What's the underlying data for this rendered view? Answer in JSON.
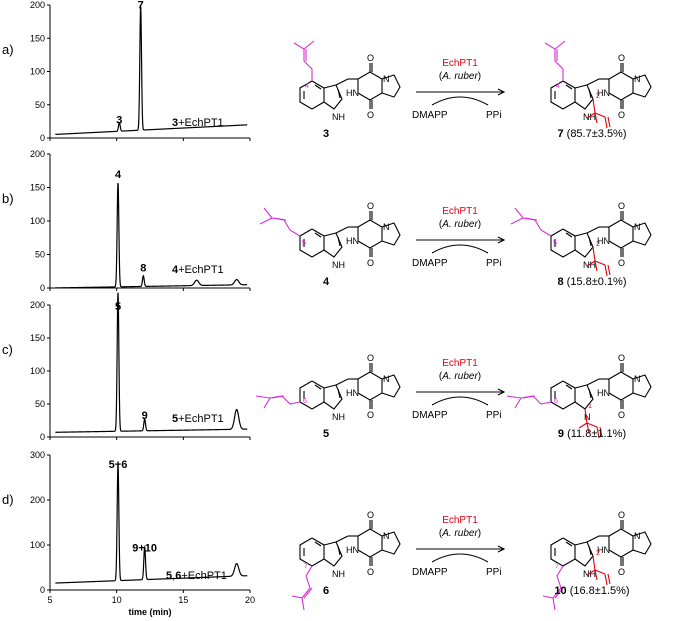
{
  "chart_data": [
    {
      "type": "line",
      "panel_label": "a)",
      "x_range": [
        5,
        20
      ],
      "ylim": [
        0,
        200
      ],
      "yticks": [
        0,
        50,
        100,
        150,
        200
      ],
      "trace_label": {
        "bold": "3",
        "text": "+EchPT1"
      },
      "peaks": [
        {
          "label": "3",
          "x": 10.2,
          "height": 13
        },
        {
          "label": "7",
          "x": 11.8,
          "height": 186
        }
      ],
      "baseline": [
        5,
        20
      ]
    },
    {
      "type": "line",
      "panel_label": "b)",
      "x_range": [
        5,
        20
      ],
      "ylim": [
        0,
        200
      ],
      "yticks": [
        0,
        50,
        100,
        150,
        200
      ],
      "trace_label": {
        "bold": "4",
        "text": "+EchPT1"
      },
      "peaks": [
        {
          "label": "4",
          "x": 10.1,
          "height": 155
        },
        {
          "label": "8",
          "x": 12.0,
          "height": 16
        }
      ],
      "minor_peaks": [
        {
          "x": 16.0,
          "height": 8
        },
        {
          "x": 19.0,
          "height": 8
        }
      ],
      "baseline": [
        0,
        5
      ]
    },
    {
      "type": "line",
      "panel_label": "c)",
      "x_range": [
        5,
        20
      ],
      "ylim": [
        0,
        200
      ],
      "yticks": [
        0,
        50,
        100,
        150,
        200
      ],
      "trace_label": {
        "bold": "5",
        "text": "+EchPT1"
      },
      "peaks": [
        {
          "label": "5",
          "x": 10.1,
          "height": 210
        },
        {
          "label": "9",
          "x": 12.1,
          "height": 18
        }
      ],
      "minor_peaks": [
        {
          "x": 19.0,
          "height": 30
        }
      ],
      "baseline": [
        7,
        12
      ]
    },
    {
      "type": "line",
      "panel_label": "d)",
      "x_range": [
        5,
        20
      ],
      "ylim": [
        0,
        300
      ],
      "yticks": [
        0,
        100,
        200,
        300
      ],
      "xticks": [
        5,
        10,
        15,
        20
      ],
      "xlabel": "time (min)",
      "trace_label": {
        "bold": "5",
        "text": ",",
        "bold2": "6",
        "text2": "+EchPT1"
      },
      "peaks": [
        {
          "label": "5+6",
          "x": 10.1,
          "height": 258
        },
        {
          "label": "9+10",
          "x": 12.1,
          "height": 72
        }
      ],
      "minor_peaks": [
        {
          "x": 19.0,
          "height": 28
        }
      ],
      "baseline": [
        15,
        32
      ]
    }
  ],
  "reactions": [
    {
      "substrate": "3",
      "product": "7",
      "yield": "(85.7±3.5%)",
      "prenyl_pos": "4",
      "product_site": "2"
    },
    {
      "substrate": "4",
      "product": "8",
      "yield": "(15.8±0.1%)",
      "prenyl_pos": "5",
      "product_site": "2"
    },
    {
      "substrate": "5",
      "product": "9",
      "yield": "(11.8±1.1%)",
      "prenyl_pos": "6",
      "product_site": "1"
    },
    {
      "substrate": "6",
      "product": "10",
      "yield": "(16.8±1.5%)",
      "prenyl_pos": "7",
      "product_site": "2"
    }
  ],
  "reaction_text": {
    "enzyme": "EchPT1",
    "organism": "A. ruber",
    "reagent": "DMAPP",
    "byproduct": "PPi",
    "NH": "NH",
    "HN": "HN",
    "H": "H",
    "N": "N",
    "O": "O"
  },
  "colors": {
    "prenyl": "#d62fd6",
    "reverse_prenyl": "#e3000f",
    "enzyme": "#e3000f",
    "trace": "#000000"
  }
}
